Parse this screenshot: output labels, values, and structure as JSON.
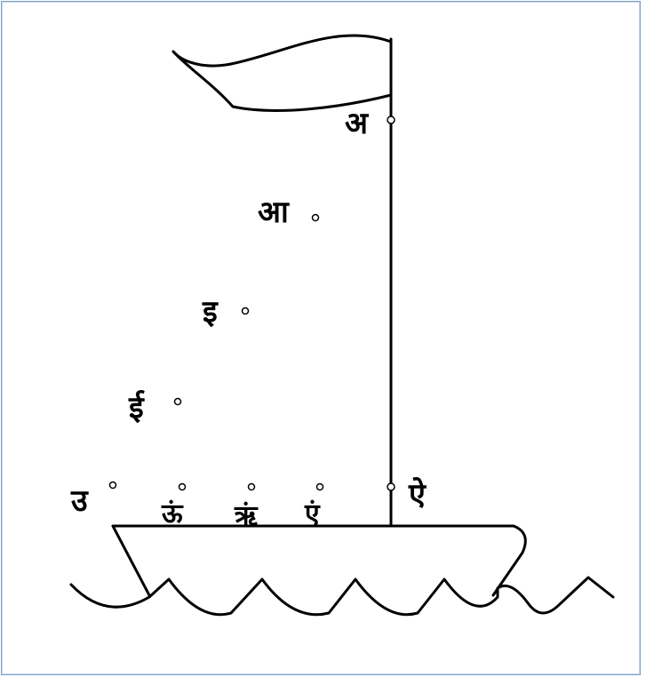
{
  "colors": {
    "ink": "#000000",
    "frame": "#7ea0c8",
    "background": "#ffffff"
  },
  "labels": {
    "a": "अ",
    "aa": "आ",
    "i": "इ",
    "ii": "ई",
    "u": "उ",
    "uu": "ऊं",
    "ri": "ऋं",
    "e": "एं",
    "ai": "ऐ"
  }
}
